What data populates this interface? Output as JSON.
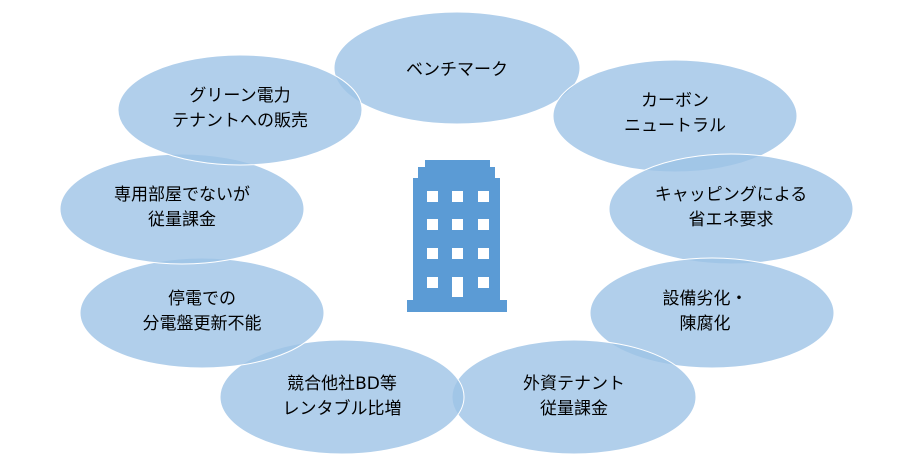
{
  "colors": {
    "bubble": "#9dc3e6",
    "building": "#5b9bd5"
  },
  "center_icon": "office-building-icon",
  "bubbles": [
    {
      "lines": [
        "ベンチマーク"
      ]
    },
    {
      "lines": [
        "カーボン",
        "ニュートラル"
      ]
    },
    {
      "lines": [
        "キャッピングによる",
        "省エネ要求"
      ]
    },
    {
      "lines": [
        "設備劣化・",
        "陳腐化"
      ]
    },
    {
      "lines": [
        "外資テナント",
        "従量課金"
      ]
    },
    {
      "lines": [
        "競合他社BD等",
        "レンタブル比増"
      ]
    },
    {
      "lines": [
        "停電での",
        "分電盤更新不能"
      ]
    },
    {
      "lines": [
        "専用部屋でないが",
        "従量課金"
      ]
    },
    {
      "lines": [
        "グリーン電力",
        "テナントへの販売"
      ]
    }
  ]
}
